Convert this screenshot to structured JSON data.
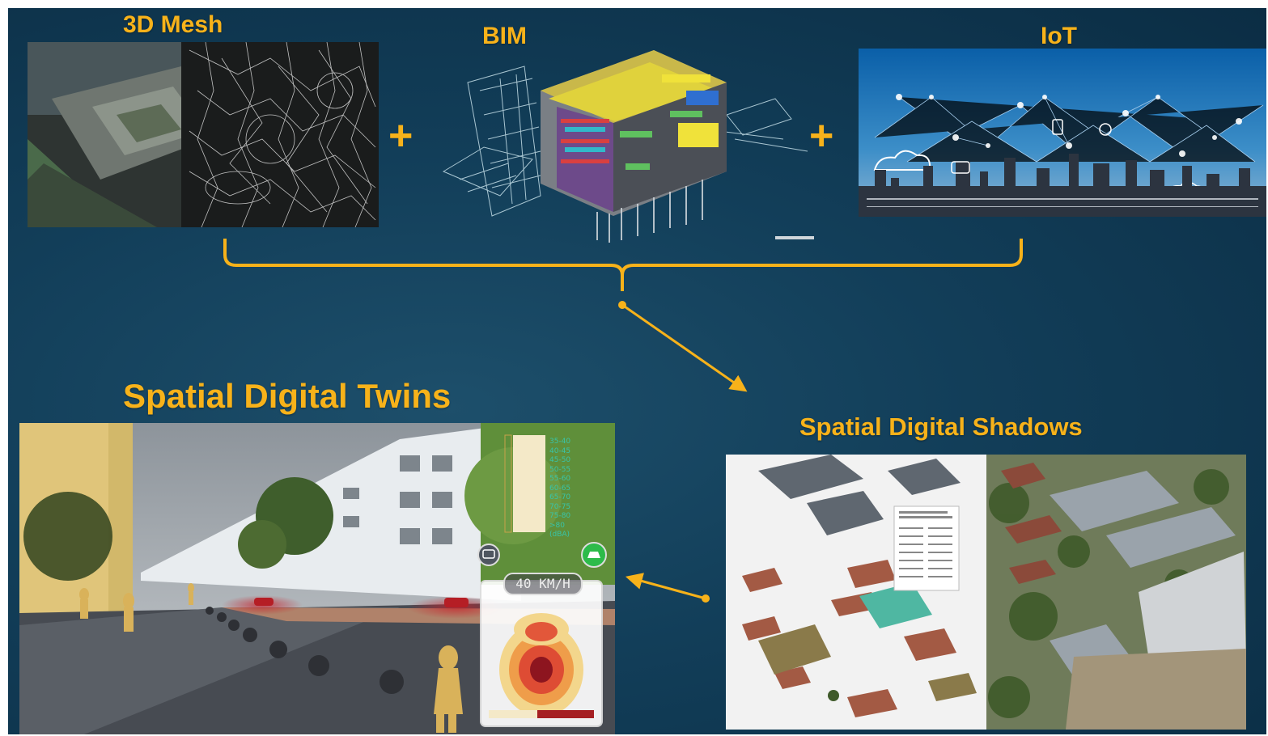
{
  "titles": {
    "mesh": "3D Mesh",
    "bim": "BIM",
    "iot": "IoT",
    "twins": "Spatial Digital Twins",
    "shadows": "Spatial Digital Shadows"
  },
  "operators": {
    "plus": "+"
  },
  "noise_legend": {
    "labels": [
      "35-40",
      "40-45",
      "45-50",
      "50-55",
      "55-60",
      "60-65",
      "65-70",
      "70-75",
      "75-80",
      ">80",
      "(dBA)"
    ],
    "colors": [
      "#f4e9c8",
      "#f2ddb0",
      "#efcc8e",
      "#eab36b",
      "#e59a50",
      "#de7d3c",
      "#d45c2d",
      "#c23c26",
      "#a51f22",
      "#7d1520"
    ]
  },
  "speed_display": "40 KM/H",
  "colors": {
    "accent": "#f7b21a",
    "background": "#123e59",
    "indicator_green": "#2dbb4a"
  },
  "icons": [
    "car-icon",
    "bus-icon"
  ]
}
